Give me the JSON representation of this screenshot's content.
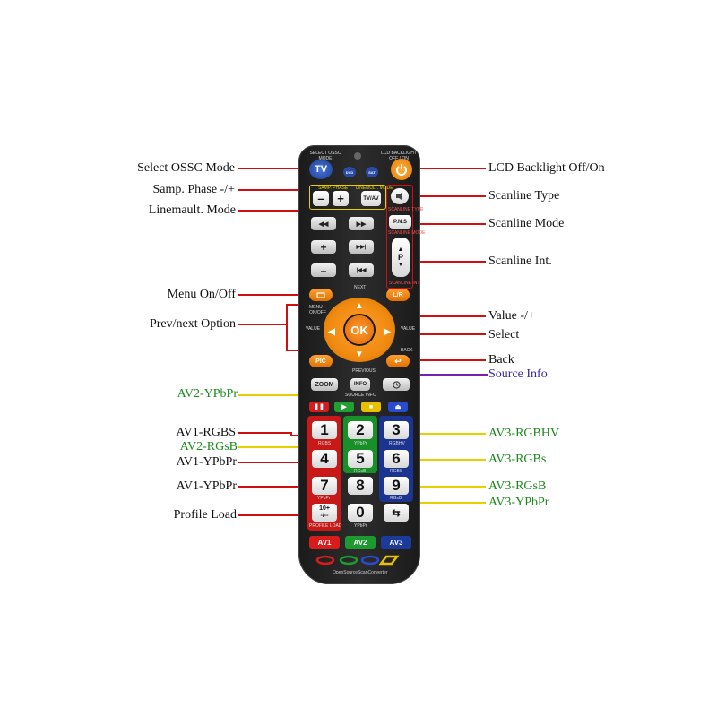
{
  "labels_left": {
    "select_ossc_mode": "Select OSSC Mode",
    "samp_phase": "Samp. Phase -/+",
    "linemault_mode": "Linemault. Mode",
    "menu_on_off": "Menu On/Off",
    "prev_next_option": "Prev/next Option",
    "av2_ypbpr": "AV2-YPbPr",
    "av1_rgbs": "AV1-RGBS",
    "av2_rgsb": "AV2-RGsB",
    "av1_ypbpr_1": "AV1-YPbPr",
    "av1_ypbpr_2": "AV1-YPbPr",
    "profile_load": "Profile Load"
  },
  "labels_right": {
    "lcd_backlight": "LCD Backlight Off/On",
    "scanline_type": "Scanline Type",
    "scanline_mode": "Scanline Mode",
    "scanline_int": "Scanline Int.",
    "value": "Value -/+",
    "select": "Select",
    "back": "Back",
    "source_info": "Source Info",
    "av3_rgbhv": "AV3-RGBHV",
    "av3_rgbs": "AV3-RGBs",
    "av3_rgsb": "AV3-RGsB",
    "av3_ypbpr": "AV3-YPbPr"
  },
  "remote": {
    "top_left_caption": "SELECT OSSC MODE",
    "top_right_caption": "LCD BACKLIGHT OFF / ON",
    "tv": "TV",
    "dvd": "DVD",
    "sat": "SAT",
    "samp_phase_caption": "SAMP. PHASE",
    "linemult_caption": "LINEMULT. MODE",
    "minus": "–",
    "plus": "+",
    "tv_av": "TV/AV",
    "scanline_type_caption": "SCANLINE TYPE",
    "pns": "P.N.S",
    "scanline_mode_caption": "SCANLINE MODE",
    "scanline_int_caption": "SCANLINE INT",
    "rew": "◀◀",
    "ffwd": "▶▶",
    "next_track": "▶▶|",
    "prev_track": "|◀◀",
    "p": "P",
    "next_caption": "NEXT",
    "menu_caption": "MENU ON/OFF",
    "lr": "L/R",
    "value_caption_left": "VALUE",
    "value_caption_right": "VALUE",
    "ok": "OK",
    "back_caption": "BACK",
    "pic": "PIC",
    "previous_caption": "PREVIOUS",
    "zoom": "ZOOM",
    "info": "INFO",
    "source_info_caption": "SOURCE INFO",
    "keys": [
      "1",
      "2",
      "3",
      "4",
      "5",
      "6",
      "7",
      "8",
      "9",
      "10+\n-/--",
      "0"
    ],
    "key_captions": [
      "RGBS",
      "YPbPr",
      "RGBHV",
      "",
      "RGsB",
      "RGBS",
      "YPbPr",
      "",
      "RGsB",
      "PROFILE LOAD",
      "YPbPr"
    ],
    "av1": "AV1",
    "av2": "AV2",
    "av3": "AV3",
    "brand": "OpenSourceScanConverter"
  },
  "colors": {
    "red_line": "#d01010",
    "yellow_line": "#e8d000",
    "purple_line": "#7a20b0",
    "orange": "#f08a10",
    "av1": "#d81c1c",
    "av2": "#1c9a30",
    "av3": "#1c3a9a"
  }
}
